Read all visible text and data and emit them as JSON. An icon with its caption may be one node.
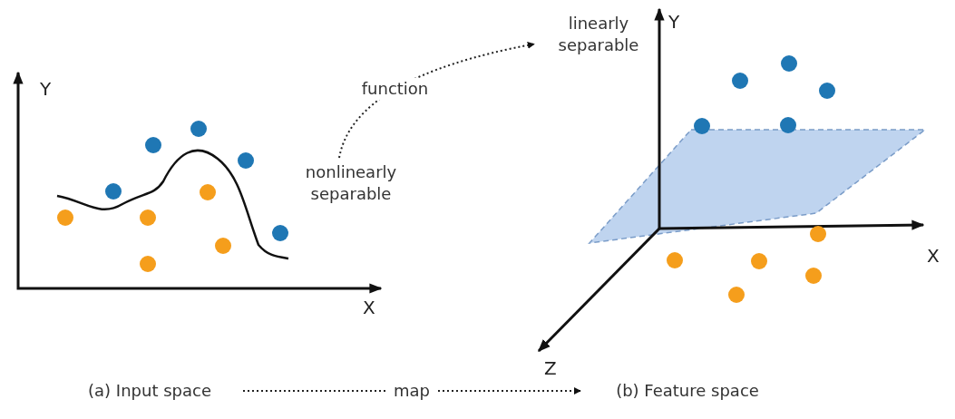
{
  "diagram": {
    "nodes": [
      {
        "text": [
          "(a) Input space"
        ]
      },
      {
        "text": [
          "(b) Feature space"
        ]
      },
      {
        "text": [
          "nonlinearly separable"
        ]
      },
      {
        "text": [
          "linearly separable"
        ]
      }
    ],
    "edges": [
      {
        "from": 0,
        "to": 1,
        "arrow": "to",
        "label": "map",
        "style": "dashed"
      },
      {
        "from": 2,
        "to": 3,
        "arrow": "to",
        "label": "function",
        "style": "dashed"
      }
    ],
    "labels": [
      "Y",
      "X",
      "Y",
      "X",
      "Z"
    ]
  }
}
